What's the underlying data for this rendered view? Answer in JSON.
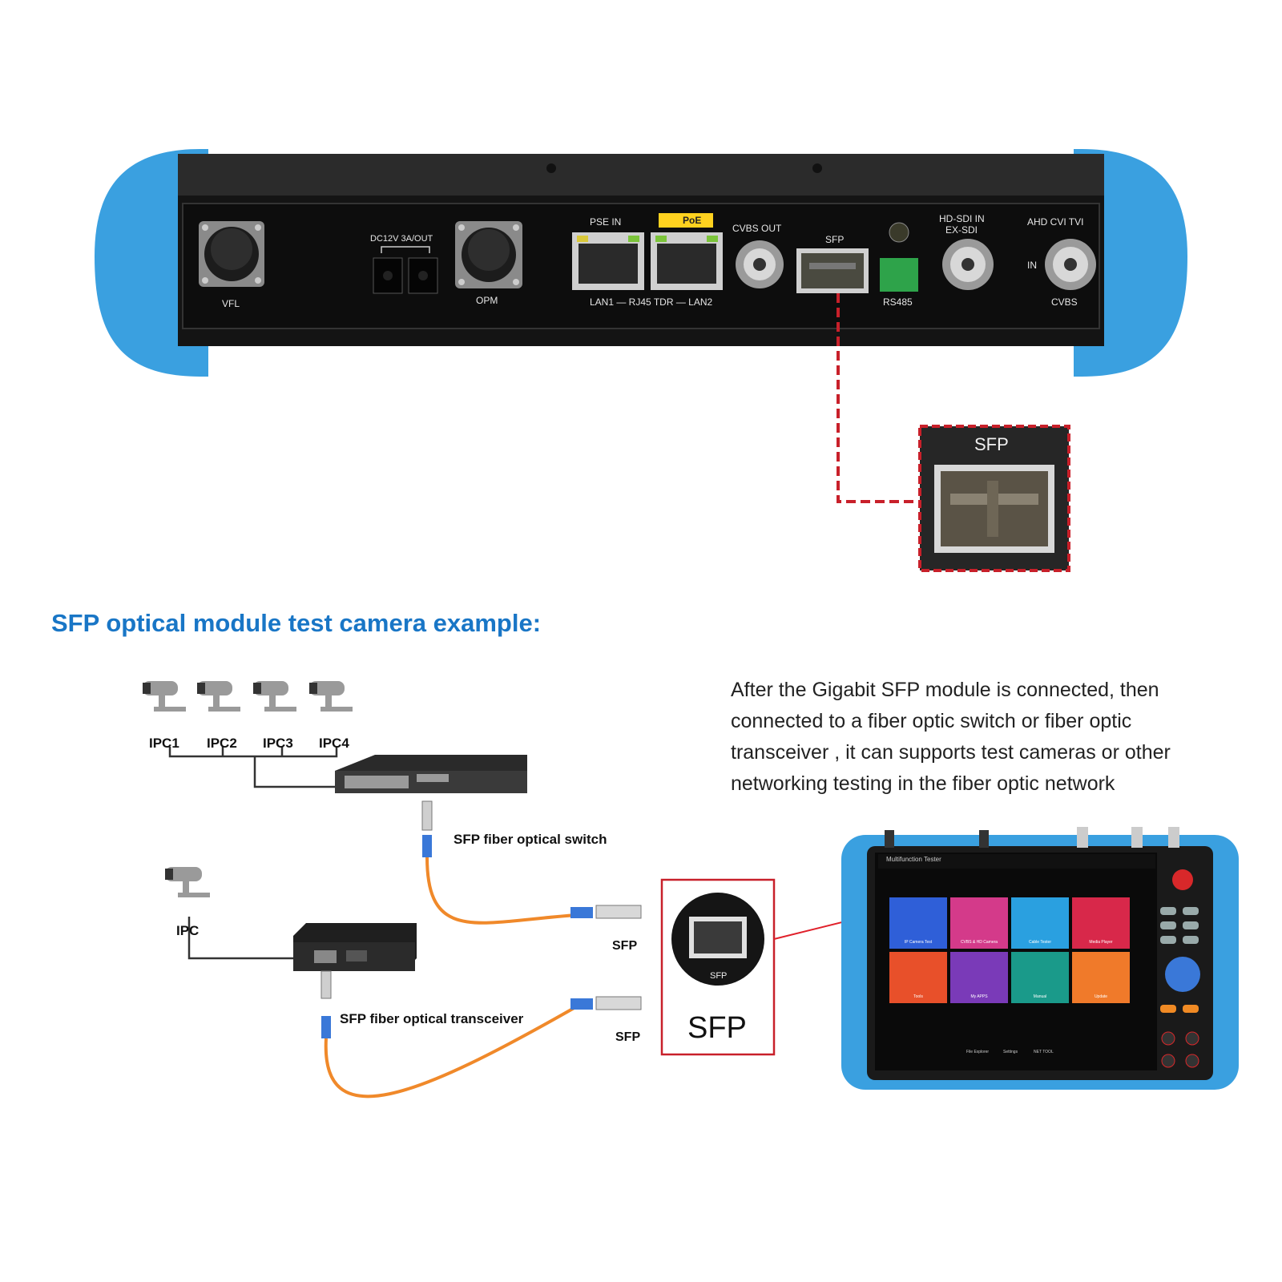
{
  "device_ports": {
    "vfl": "VFL",
    "dc": "DC12V 3A/OUT",
    "opm": "OPM",
    "pse_in": "PSE IN",
    "poe": "PoE",
    "lan": "LAN1 — RJ45 TDR — LAN2",
    "cvbs_out": "CVBS OUT",
    "sfp": "SFP",
    "rs485": "RS485",
    "hdsdi": "HD-SDI IN",
    "exsdi": "EX-SDI",
    "ahd": "AHD CVI TVI",
    "in": "IN",
    "cvbs": "CVBS"
  },
  "zoom_label": "SFP",
  "headline": "SFP optical module test camera example:",
  "description_lines": [
    "After the Gigabit SFP module is connected, then",
    "connected to a fiber optic switch or fiber optic",
    "transceiver , it can supports test cameras or other",
    "networking testing  in the fiber optic network"
  ],
  "diagram": {
    "ipc1": "IPC1",
    "ipc2": "IPC2",
    "ipc3": "IPC3",
    "ipc4": "IPC4",
    "ipc": "IPC",
    "switch_label": "SFP fiber optical switch",
    "transceiver_label": "SFP fiber optical transceiver",
    "sfp_label_1": "SFP",
    "sfp_label_2": "SFP"
  },
  "callout": {
    "port_label": "SFP",
    "big_label": "SFP"
  },
  "tester_screen": {
    "title": "Multifunction Tester",
    "tiles": [
      "IP Camera Test",
      "CVBS & HD Camera",
      "Cable Tester",
      "Media Player",
      "Tools",
      "My APPS",
      "Manual",
      "Update"
    ],
    "dock": [
      "File Explorer",
      "Settings",
      "NET TOOL"
    ]
  },
  "colors": {
    "accent_blue": "#1976c6",
    "bumper_blue": "#3aa0e0",
    "callout_red": "#c8202a",
    "fiber_orange": "#f0892a"
  }
}
